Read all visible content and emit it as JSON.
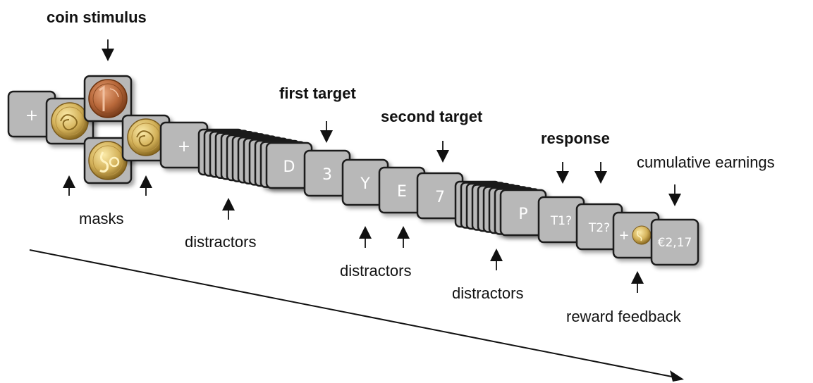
{
  "labels": {
    "coin_stimulus": "coin stimulus",
    "masks": "masks",
    "distractors_1": "distractors",
    "first_target": "first target",
    "second_target": "second target",
    "distractors_2": "distractors",
    "distractors_3": "distractors",
    "response": "response",
    "cumulative_earnings": "cumulative earnings",
    "reward_feedback": "reward feedback"
  },
  "frames": {
    "fixation_1": "+",
    "fixation_2": "+",
    "letter_d": "D",
    "digit_3": "3",
    "letter_y": "Y",
    "letter_e": "E",
    "digit_7": "7",
    "letter_p": "P",
    "t1_prompt": "T1?",
    "t2_prompt": "T2?",
    "reward_plus": "+",
    "earnings": "€2,17"
  },
  "colors": {
    "frame_fill": "#b8b8b8",
    "frame_stroke": "#1a1a1a",
    "frame_text": "#ffffff",
    "copper_coin": "#b8683a",
    "gold_coin": "#d4b25a"
  },
  "icons": {
    "coin_stimulus": "coin-1-cent-icon",
    "mask_coin": "coin-swirl-icon",
    "coin_mask_bottom": "coin-50-cent-icon",
    "reward_coin": "coin-icon"
  }
}
